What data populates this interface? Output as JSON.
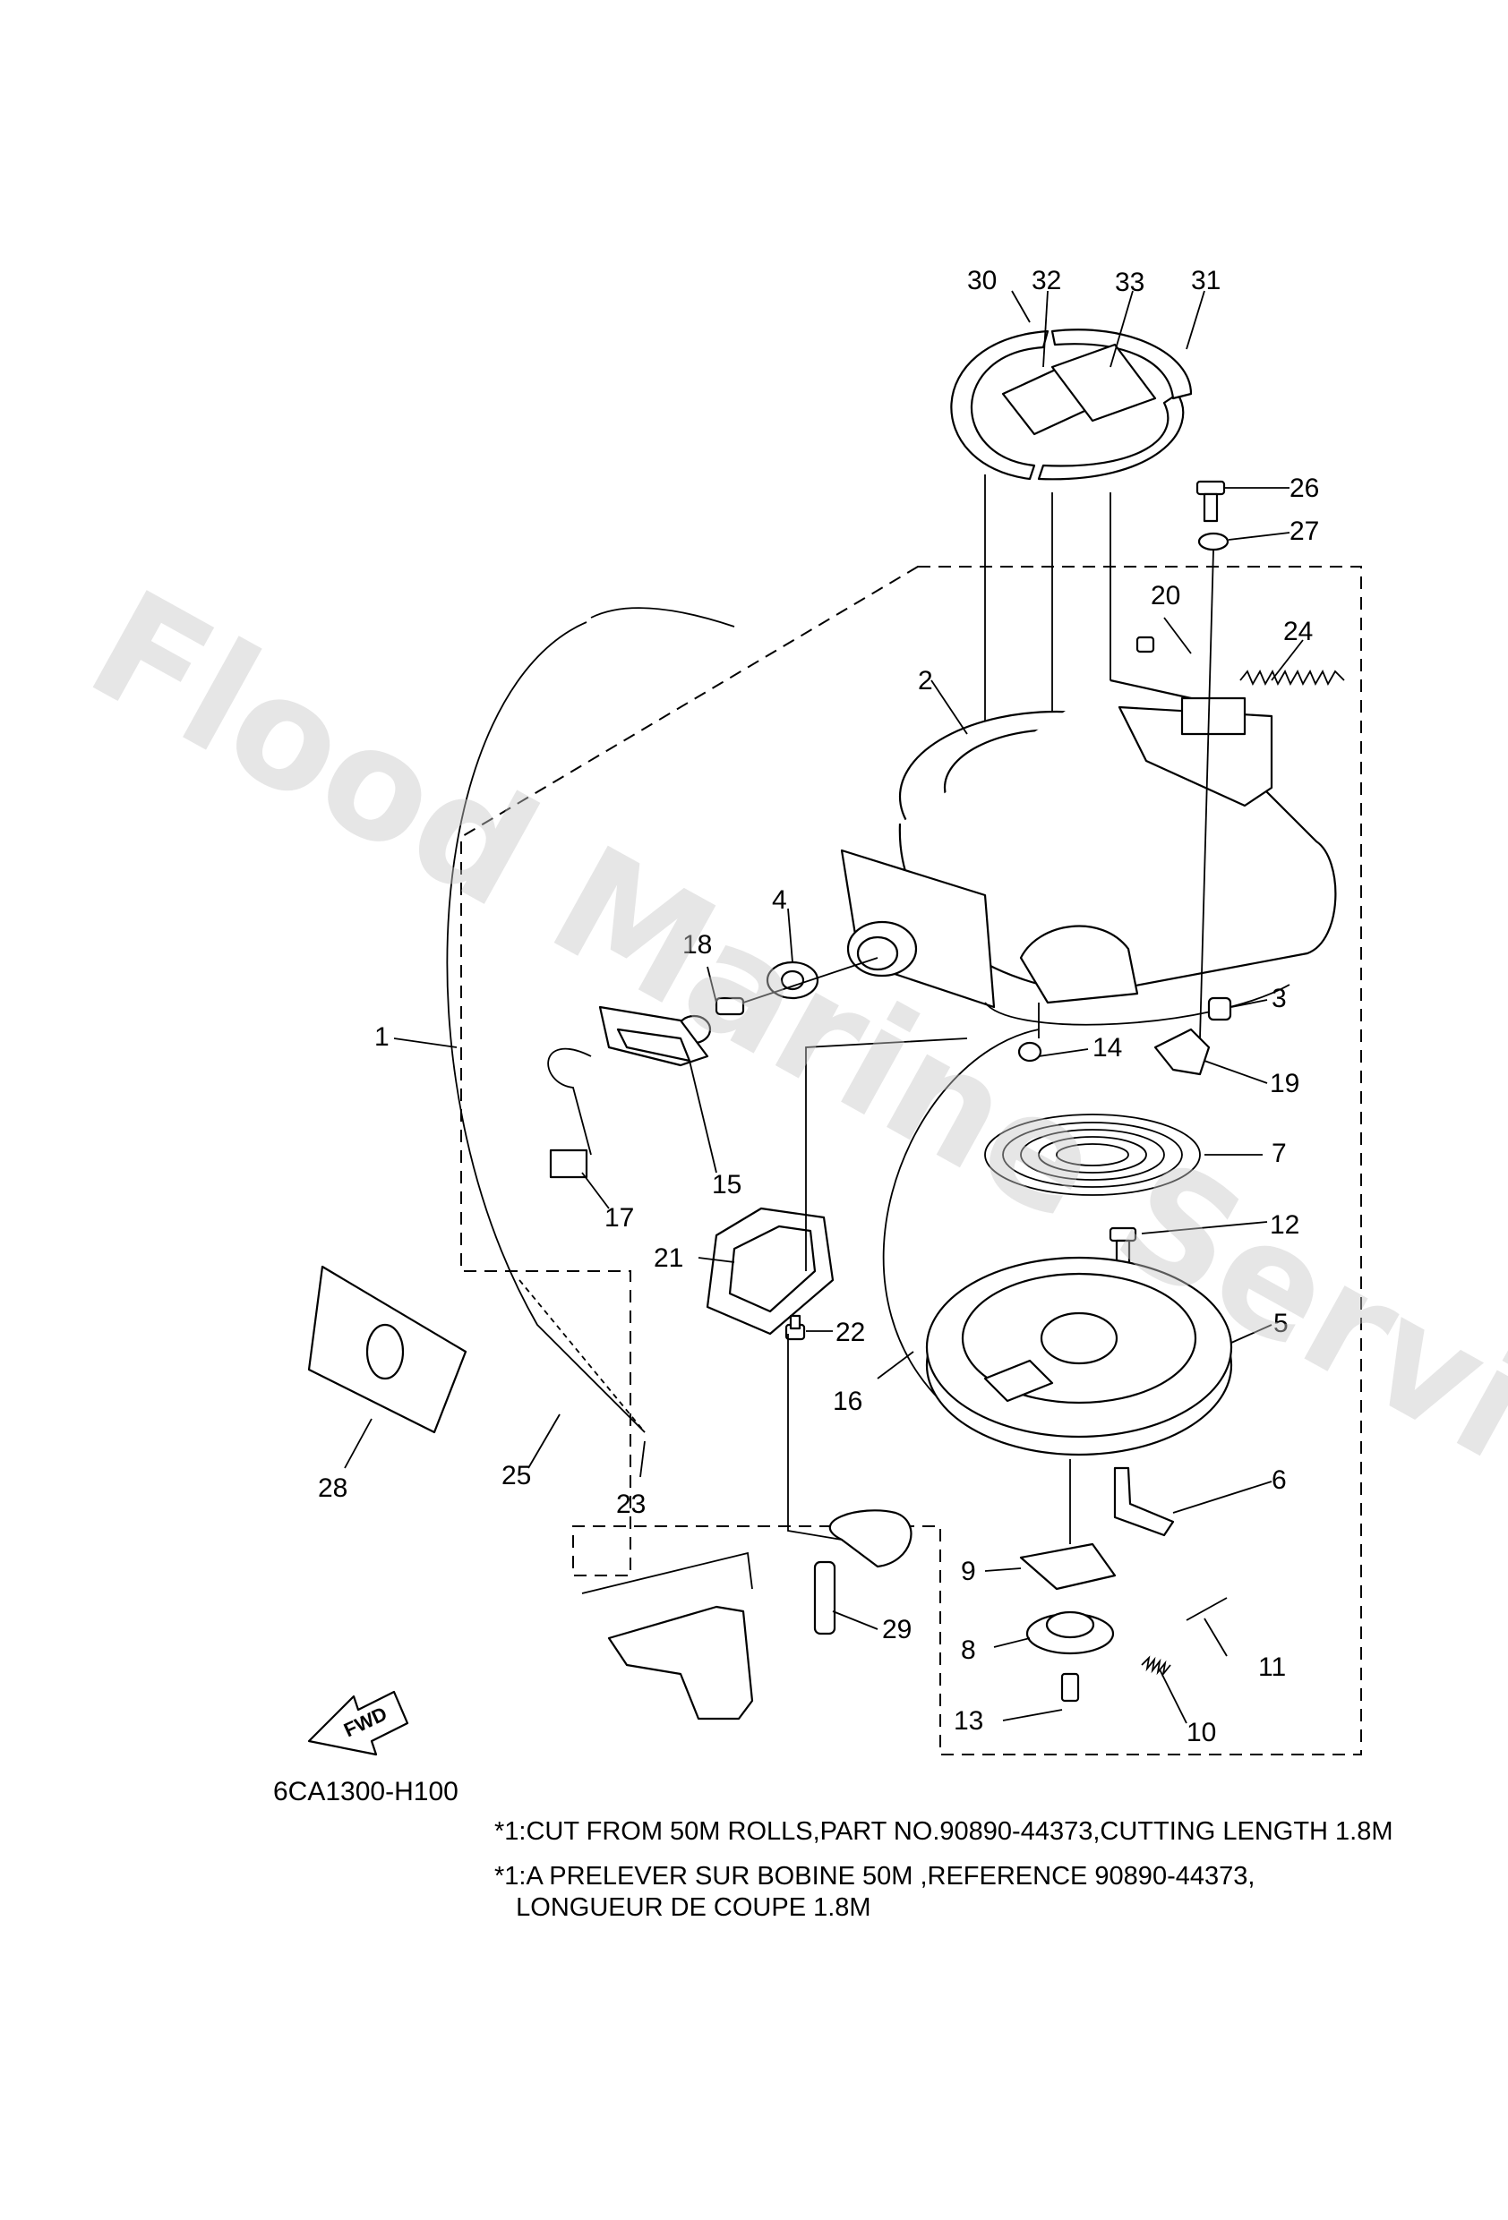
{
  "watermark": "Flood Marine Services",
  "diagram_code": "6CA1300-H100",
  "notes": [
    "*1:CUT FROM 50M ROLLS,PART NO.90890-44373,CUTTING LENGTH 1.8M",
    "*1:A PRELEVER SUR BOBINE 50M ,REFERENCE 90890-44373,",
    "   LONGUEUR DE COUPE 1.8M"
  ],
  "fwd_label": "FWD",
  "callouts": [
    "1",
    "2",
    "3",
    "4",
    "5",
    "6",
    "7",
    "8",
    "9",
    "10",
    "11",
    "12",
    "13",
    "14",
    "15",
    "16",
    "17",
    "18",
    "19",
    "20",
    "21",
    "22",
    "23",
    "24",
    "25",
    "26",
    "27",
    "28",
    "29",
    "30",
    "31",
    "32",
    "33"
  ]
}
